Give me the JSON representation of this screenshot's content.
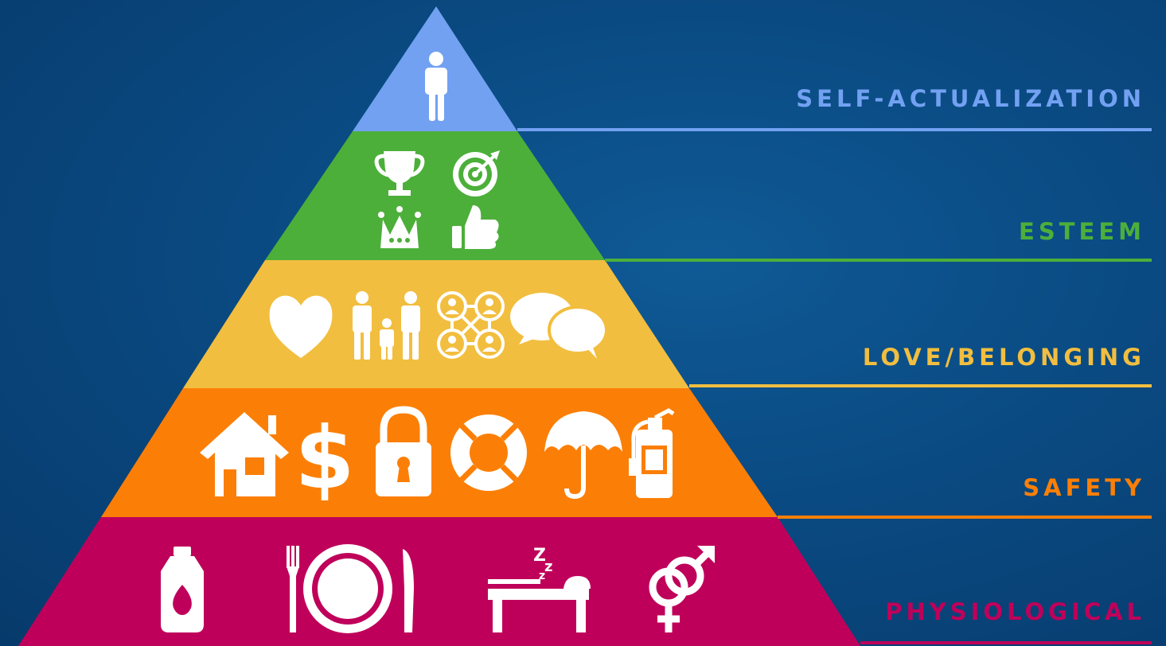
{
  "levels": [
    {
      "key": "self_actualization",
      "label": "SELF-ACTUALIZATION",
      "color": "#72a1f2",
      "icons": [
        "person-icon"
      ]
    },
    {
      "key": "esteem",
      "label": "ESTEEM",
      "color": "#4caf3a",
      "icons": [
        "trophy-icon",
        "target-icon",
        "crown-icon",
        "thumbs-up-icon"
      ]
    },
    {
      "key": "love_belonging",
      "label": "LOVE/BELONGING",
      "color": "#f2be3f",
      "icons": [
        "heart-icon",
        "family-icon",
        "network-icon",
        "speech-bubbles-icon"
      ]
    },
    {
      "key": "safety",
      "label": "SAFETY",
      "color": "#fb7f07",
      "icons": [
        "house-icon",
        "dollar-icon",
        "padlock-icon",
        "lifebuoy-icon",
        "umbrella-icon",
        "fire-extinguisher-icon"
      ]
    },
    {
      "key": "physiological",
      "label": "PHYSIOLOGICAL",
      "color": "#bf005a",
      "icons": [
        "water-bottle-icon",
        "plate-and-cutlery-icon",
        "bed-sleep-icon",
        "gender-symbols-icon"
      ]
    }
  ],
  "sleep_glyph": "z z z"
}
